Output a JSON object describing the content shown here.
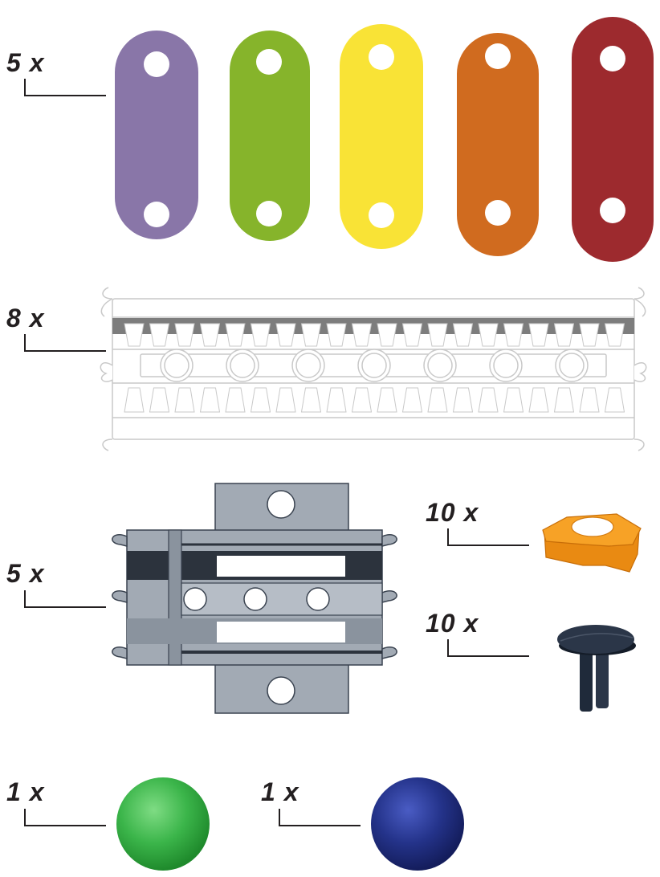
{
  "parts": {
    "bars": {
      "quantity": "5 x",
      "colors": [
        "#8976a8",
        "#86b42b",
        "#f9e336",
        "#d06b1f",
        "#9d2a2e"
      ],
      "icon": "xylophone-bar-icon"
    },
    "rail": {
      "quantity": "8 x",
      "icon": "long-rail-track-icon"
    },
    "crossing": {
      "quantity": "5 x",
      "color": "#a2aab4",
      "icon": "rail-crossing-piece-icon"
    },
    "stopper": {
      "quantity": "10 x",
      "color": "#f7a226",
      "icon": "orange-ring-stopper-icon"
    },
    "pin": {
      "quantity": "10 x",
      "color": "#1f2a3a",
      "icon": "dark-split-pin-icon"
    },
    "green_ball": {
      "quantity": "1 x",
      "color": "#3bb54a",
      "icon": "green-ball-icon"
    },
    "blue_ball": {
      "quantity": "1 x",
      "color": "#24338a",
      "icon": "blue-ball-icon"
    }
  }
}
